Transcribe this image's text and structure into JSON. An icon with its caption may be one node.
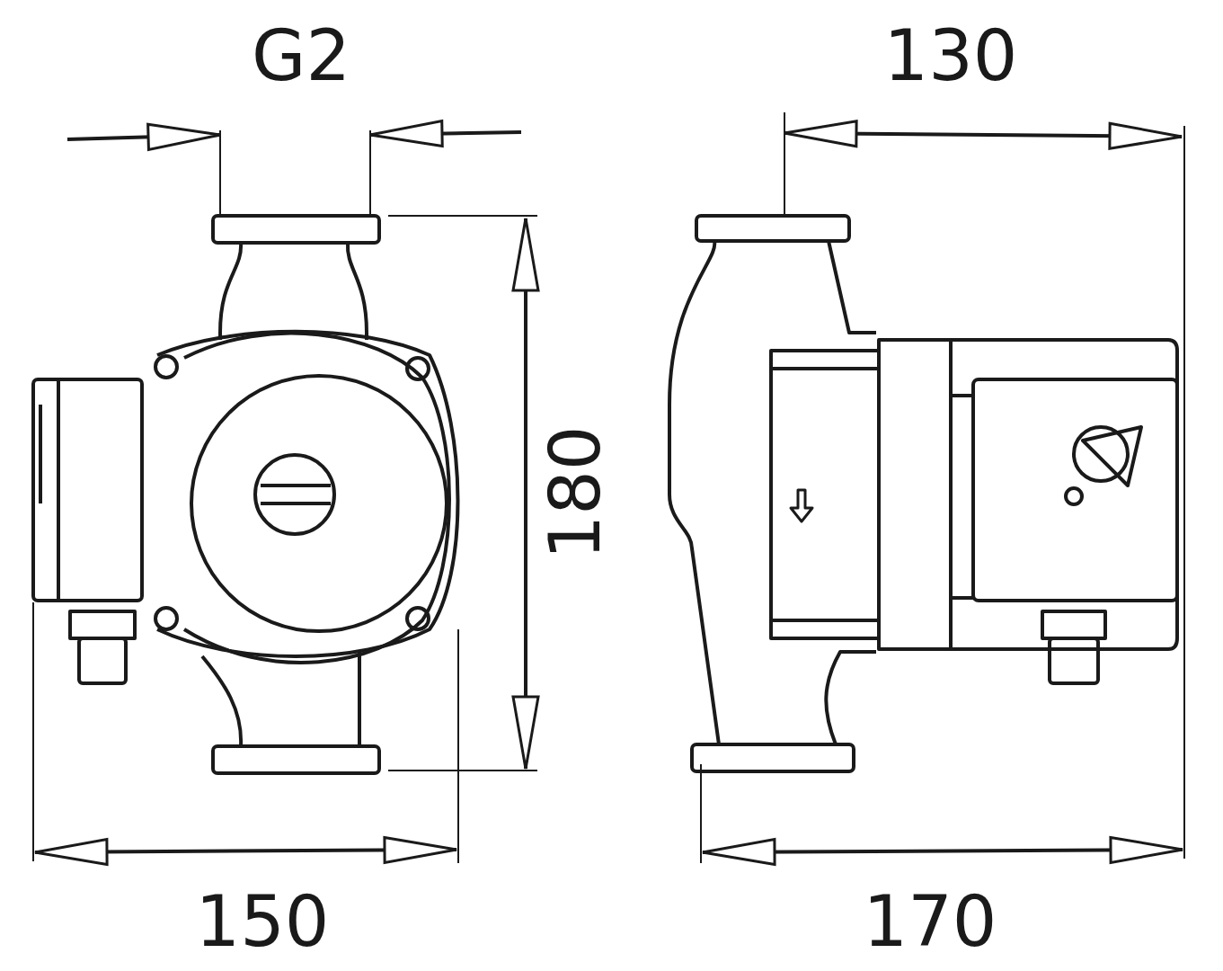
{
  "diagram": {
    "labels": [
      "G2",
      "130",
      "180",
      "150",
      "170"
    ]
  }
}
